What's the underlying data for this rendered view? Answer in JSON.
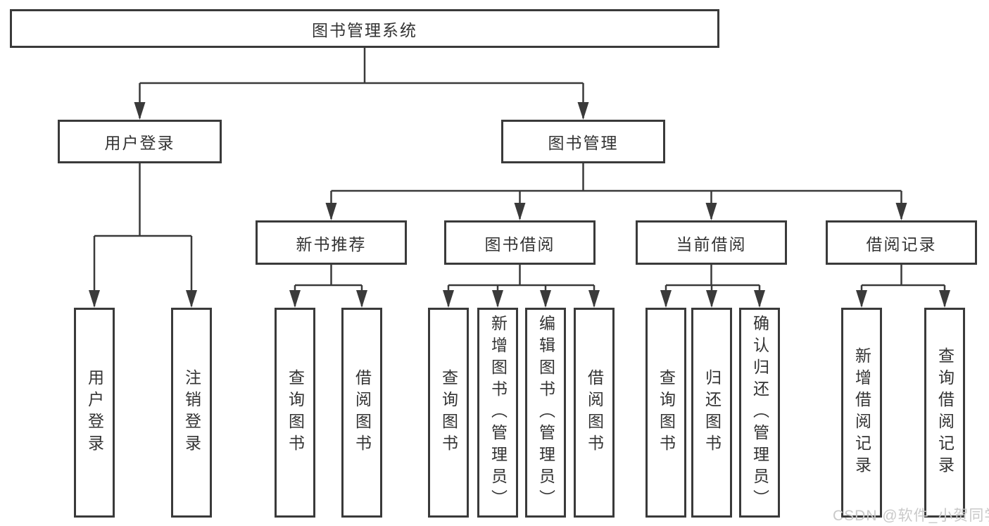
{
  "colors": {
    "line": "#3a3a3a",
    "box_border": "#3a3a3a",
    "text": "#333333",
    "background": "#ffffff",
    "watermark": "#c9c9c9"
  },
  "watermark": "CSDN @软件_小贺同学",
  "tree": {
    "root": "图书管理系统",
    "branches": [
      {
        "label": "用户登录",
        "children": [
          "用户登录",
          "注销登录"
        ]
      },
      {
        "label": "图书管理",
        "groups": [
          {
            "label": "新书推荐",
            "children": [
              "查询图书",
              "借阅图书"
            ]
          },
          {
            "label": "图书借阅",
            "children": [
              "查询图书",
              "新增图书（管理员）",
              "编辑图书（管理员）",
              "借阅图书"
            ]
          },
          {
            "label": "当前借阅",
            "children": [
              "查询图书",
              "归还图书",
              "确认归还（管理员）"
            ]
          },
          {
            "label": "借阅记录",
            "children": [
              "新增借阅记录",
              "查询借阅记录"
            ]
          }
        ]
      }
    ]
  }
}
